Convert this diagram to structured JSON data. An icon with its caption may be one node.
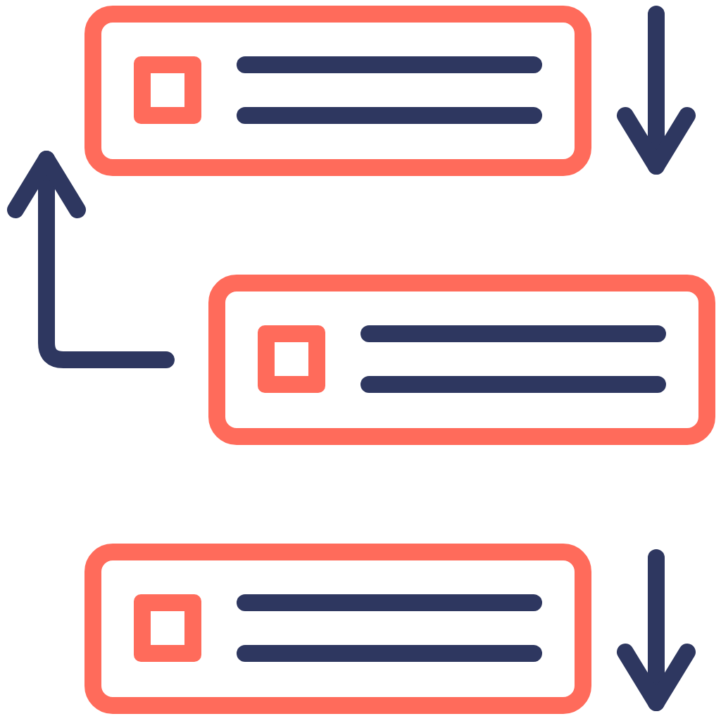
{
  "diagram": {
    "nodes": [
      {
        "text": [],
        "shape": "box"
      },
      {
        "text": [],
        "shape": "box"
      },
      {
        "text": [],
        "shape": "box"
      }
    ],
    "edges": [
      {
        "from": 1,
        "to": 0,
        "arrow": "to"
      }
    ]
  }
}
